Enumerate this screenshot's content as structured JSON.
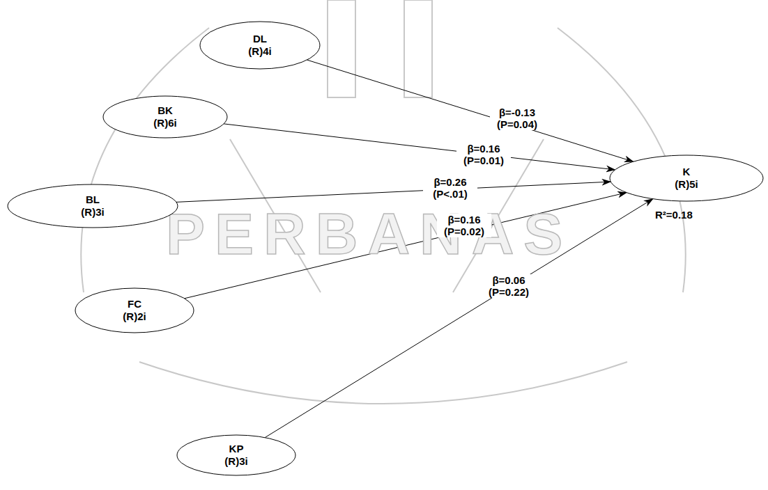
{
  "diagram": {
    "nodes": [
      {
        "text": [
          "DL",
          "(R)4i"
        ]
      },
      {
        "text": [
          "BK",
          "(R)6i"
        ]
      },
      {
        "text": [
          "K",
          "(R)5i"
        ]
      },
      {
        "text": [
          "BL",
          "(R)3i"
        ]
      },
      {
        "text": [
          "FC",
          "(R)2i"
        ]
      },
      {
        "text": [
          "KP",
          "(R)3i"
        ]
      }
    ],
    "edges": [
      {
        "from": 0,
        "to": 2,
        "arrow": "to",
        "label": "β=-0.13 (P=0.04)"
      },
      {
        "from": 1,
        "to": 2,
        "arrow": "to",
        "label": "β=0.16 (P=0.01)"
      },
      {
        "from": 3,
        "to": 2,
        "arrow": "to",
        "label": "β=0.26 (P<.01)"
      },
      {
        "from": 4,
        "to": 2,
        "arrow": "to",
        "label": "β=0.16 (P=0.02)"
      },
      {
        "from": 5,
        "to": 2,
        "arrow": "to",
        "label": "β=0.06 (P=0.22)"
      }
    ],
    "labels": [
      "R²=0.18",
      "PERBANAS"
    ]
  }
}
